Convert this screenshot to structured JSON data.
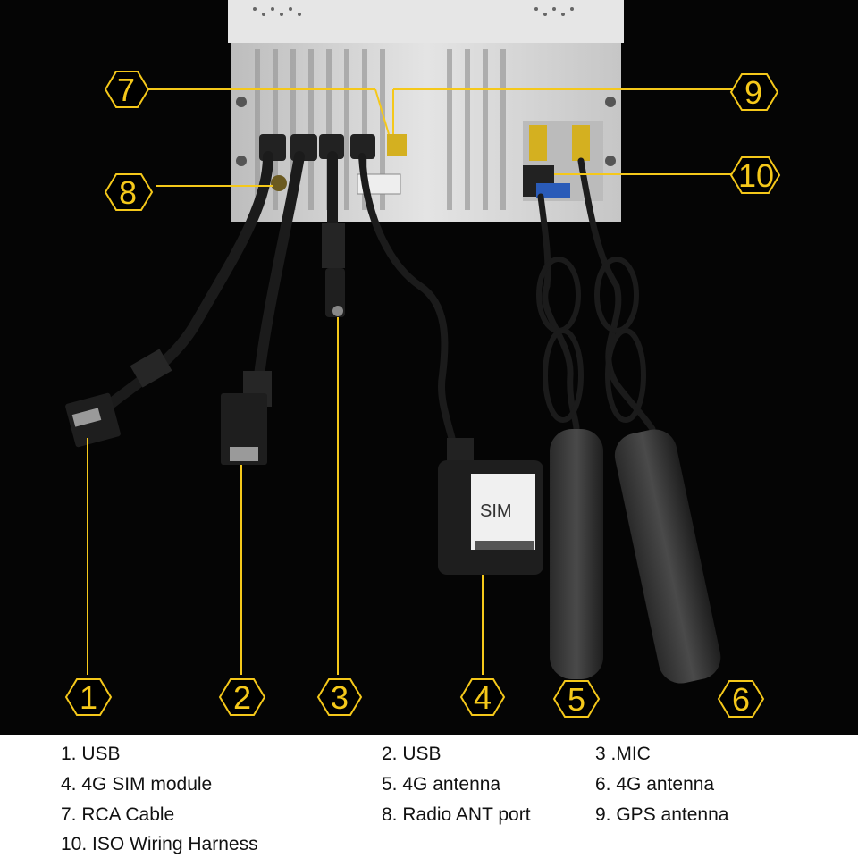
{
  "callouts": {
    "n1": "1",
    "n2": "2",
    "n3": "3",
    "n4": "4",
    "n5": "5",
    "n6": "6",
    "n7": "7",
    "n8": "8",
    "n9": "9",
    "n10": "10"
  },
  "sim_module": {
    "label": "SIM"
  },
  "legend": {
    "l1": "1.  USB",
    "l2": "2. USB",
    "l3": "3 .MIC",
    "l4": "4.  4G SIM module",
    "l5": "5. 4G antenna",
    "l6": "6. 4G antenna",
    "l7": "7.  RCA Cable",
    "l8": "8. Radio ANT port",
    "l9": "9. GPS antenna",
    "l10": "10. ISO Wiring Harness"
  },
  "colors": {
    "background": "#050505",
    "callout": "#f5c81a",
    "unit": "#d8d8d8",
    "cable": "#1b1b1b",
    "connector_gold": "#d4b020",
    "connector_blue": "#2a5bb8"
  }
}
